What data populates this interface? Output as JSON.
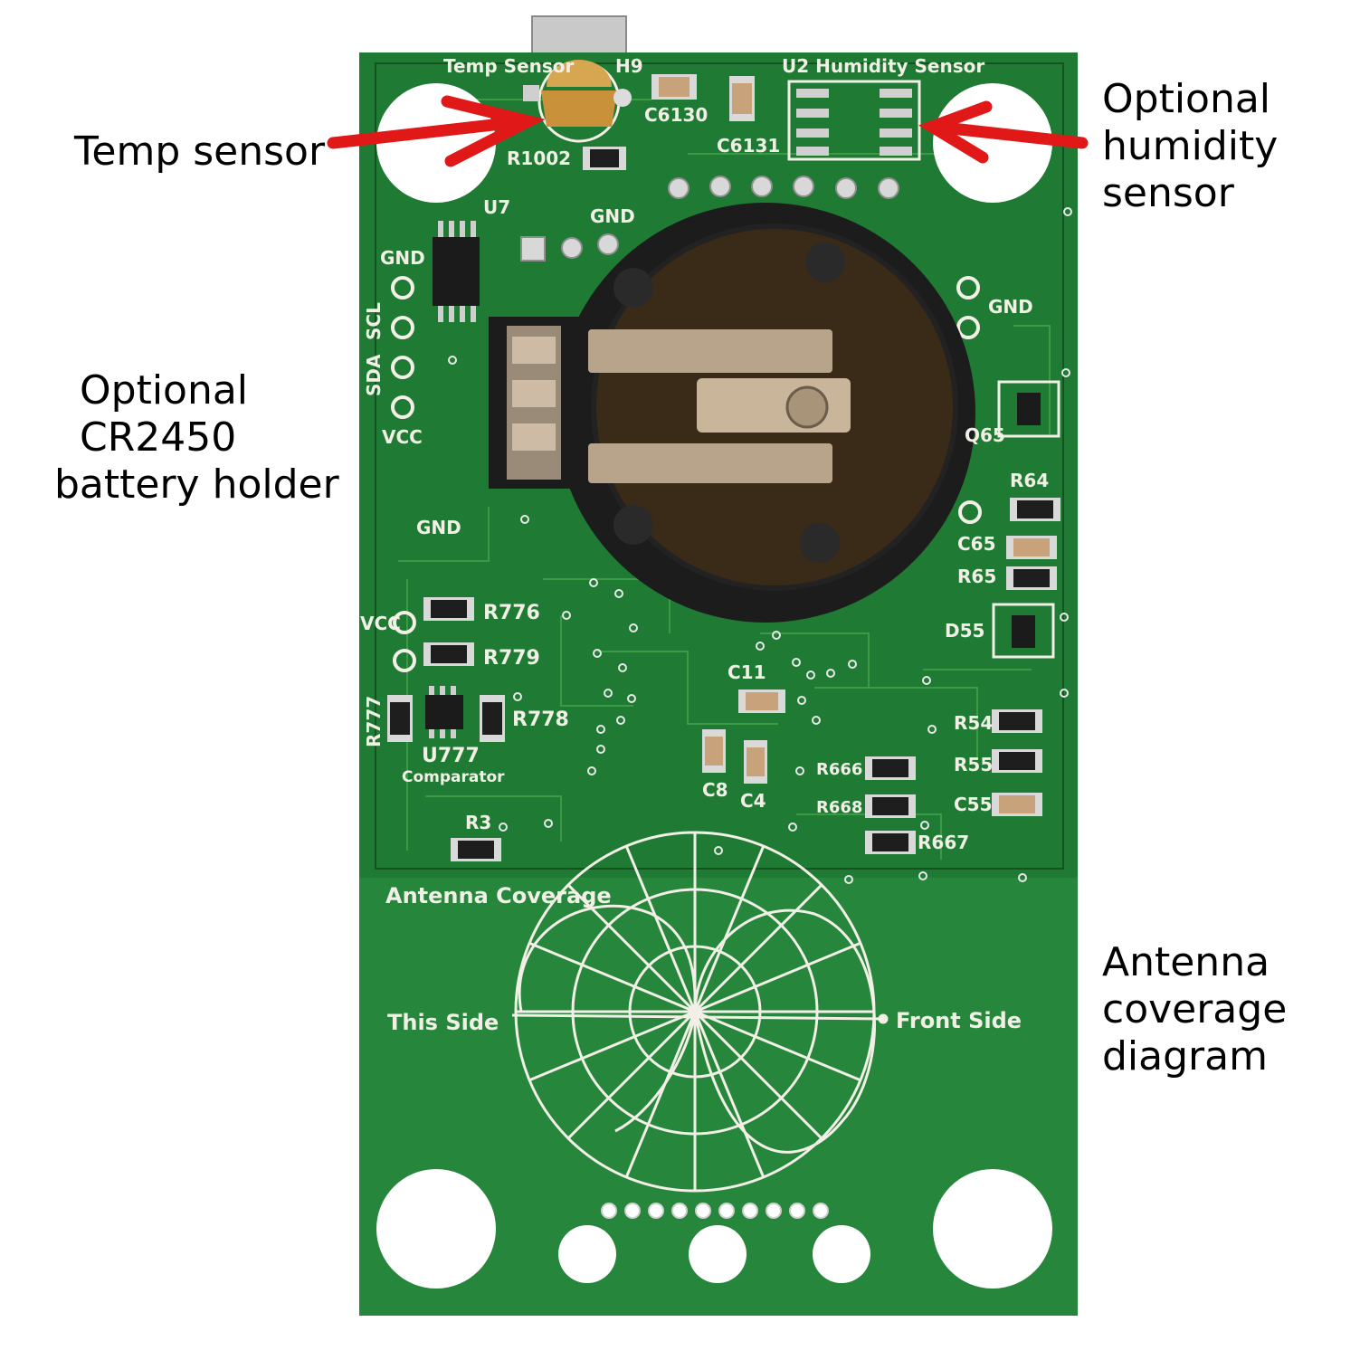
{
  "colors": {
    "board": "#1f7a33",
    "board_dark": "#16602a",
    "silkscreen": "#f2efe6",
    "arrow": "#e01818",
    "holder": "#1c1c1c",
    "coin": "#3a2a18",
    "clip": "#b8a48a"
  },
  "callouts": {
    "temp": [
      "Temp sensor"
    ],
    "humidity": [
      "Optional",
      "humidity",
      "sensor"
    ],
    "battery": [
      "Optional",
      "CR2450",
      "battery holder"
    ],
    "antenna": [
      "Antenna",
      "coverage",
      "diagram"
    ]
  },
  "board": {
    "top_left_label": "Temp Sensor",
    "h_label": "H9",
    "u2_label": "U2  Humidity Sensor",
    "antenna_title": "Antenna Coverage",
    "this_side": "This Side",
    "front_side": "Front Side",
    "pins_left_top": [
      "GND",
      "SCL",
      "SDA",
      "VCC"
    ],
    "pins_left_bottom": [
      "VCC"
    ],
    "gnd_labels": [
      "GND",
      "GND",
      "GND"
    ],
    "comparator": "Comparator",
    "components": {
      "c6130": "C6130",
      "c6131": "C6131",
      "r1002": "R1002",
      "u7": "U7",
      "r776": "R776",
      "r779": "R779",
      "r778": "R778",
      "r777": "R777",
      "u777": "U777",
      "r3": "R3",
      "c11": "C11",
      "c8": "C8",
      "c4": "C4",
      "r666": "R666",
      "r668": "R668",
      "r667": "R667",
      "r64": "R64",
      "c65": "C65",
      "r65": "R65",
      "d55": "D55",
      "r54": "R54",
      "r55": "R55",
      "c55": "C55",
      "q65": "Q65"
    }
  }
}
